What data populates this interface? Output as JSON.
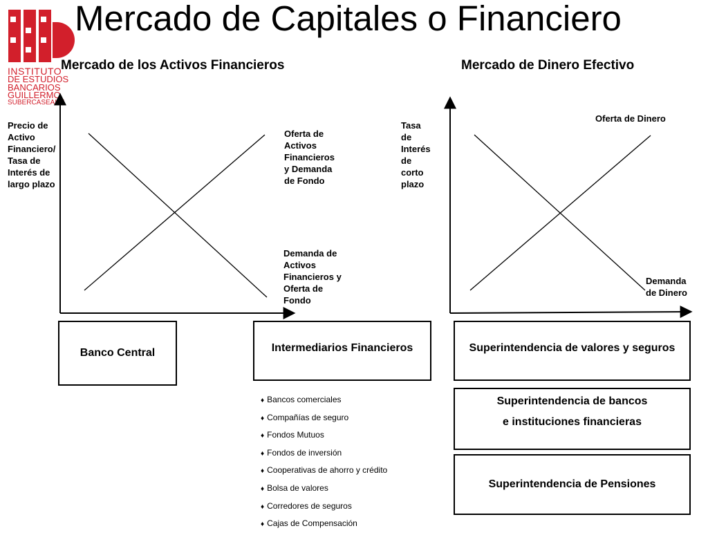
{
  "title": "Mercado  de Capitales o Financiero",
  "logo": {
    "lines": [
      "INSTITUTO",
      "DE ESTUDIOS",
      "BANCARIOS",
      "GUILLERMO",
      "SUBERCASEAUX"
    ],
    "color": "#d21f2b"
  },
  "left_chart": {
    "title": "Mercado de los Activos Financieros",
    "y_axis_label": [
      "Precio de",
      "Activo",
      "Financiero/",
      "Tasa de",
      "Interés de",
      "largo plazo"
    ],
    "supply_label": [
      "Oferta de",
      "Activos",
      "Financieros",
      "y Demanda",
      "de Fondo"
    ],
    "demand_label": [
      "Demanda de",
      "Activos",
      "Financieros y",
      "Oferta de",
      "Fondo"
    ]
  },
  "right_chart": {
    "title": "Mercado de Dinero Efectivo",
    "y_axis_label": [
      "Tasa",
      "de",
      "Interés",
      "de",
      "corto",
      "plazo"
    ],
    "supply_label": [
      "Oferta de Dinero"
    ],
    "demand_label": [
      "Demanda",
      "de Dinero"
    ]
  },
  "boxes": {
    "central_bank": "Banco Central",
    "intermediaries": "Intermediarios Financieros",
    "securities_super": "Superintendencia de valores y seguros",
    "banks_super": [
      "Superintendencia de bancos",
      "e instituciones financieras"
    ],
    "pensions_super": "Superintendencia de Pensiones"
  },
  "bullet_symbol": "♦",
  "intermediaries_list": [
    "Bancos comerciales",
    "Compañías de seguro",
    "Fondos Mutuos",
    "Fondos de inversión",
    "Cooperativas de ahorro y crédito",
    "Bolsa de valores",
    "Corredores de seguros",
    "Cajas de Compensación"
  ]
}
